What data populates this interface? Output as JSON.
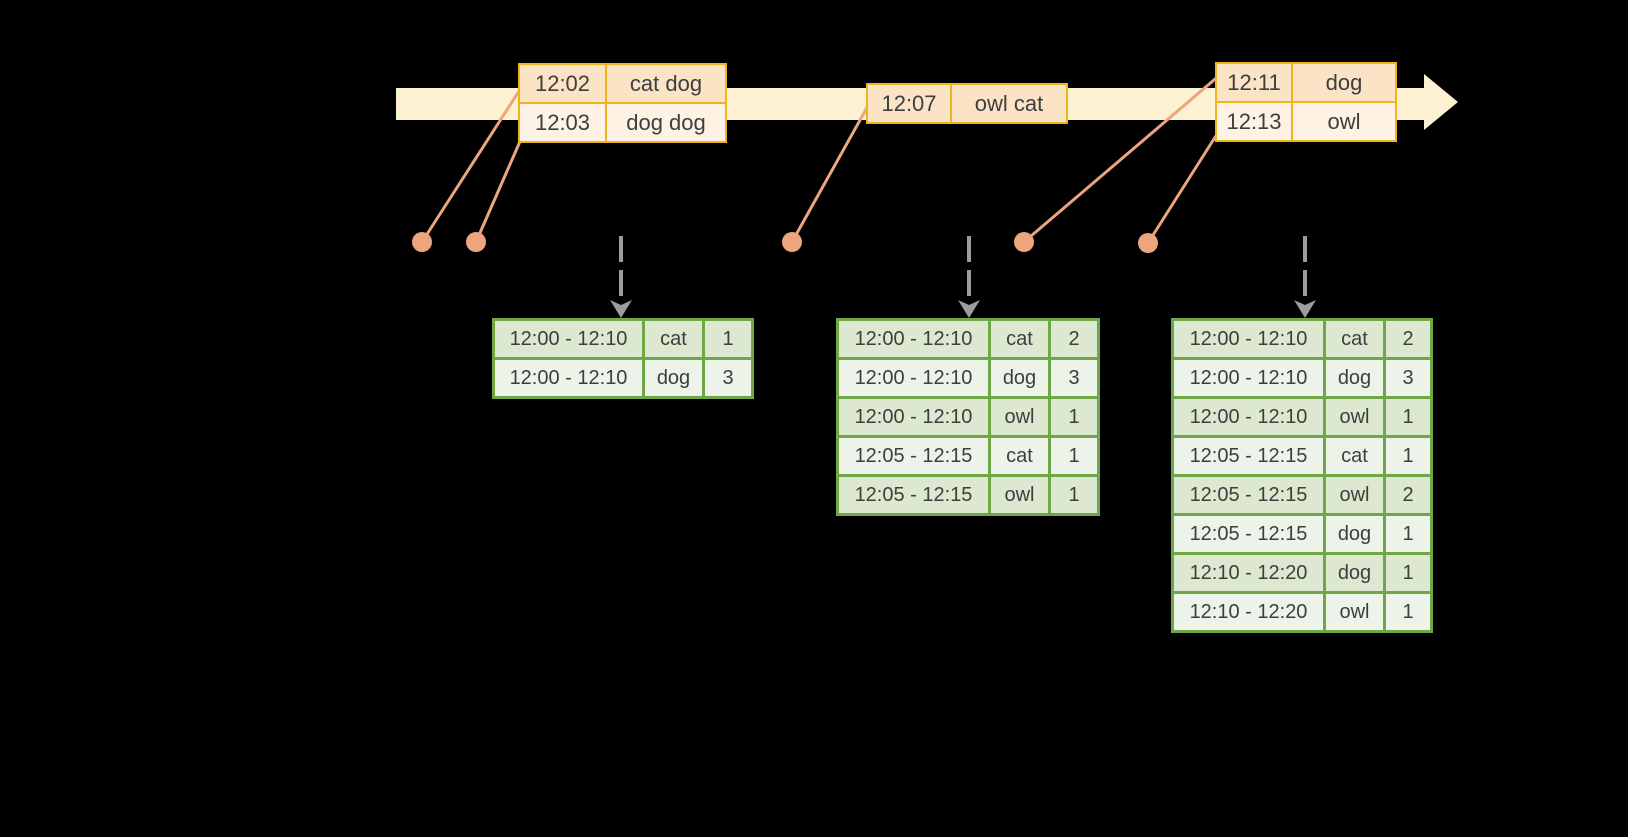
{
  "diagram_kind": "windowed-streaming-aggregation",
  "colors": {
    "background": "#000000",
    "timeline_band": "#fcf2d1",
    "event_table_border": "#f0b41e",
    "event_row_dark": "#fbe3c6",
    "event_row_light": "#fdf2e3",
    "marker": "#eda57e",
    "flow_arrow_gray": "#9c9c9c",
    "result_table_border": "#6fa746",
    "result_row_dark": "#dce8d0",
    "result_row_light": "#eef3e9",
    "text": "#3e3e3e"
  },
  "timeline": {
    "event_tables": [
      {
        "rows": [
          {
            "time": "12:02",
            "words": "cat dog"
          },
          {
            "time": "12:03",
            "words": "dog dog"
          }
        ]
      },
      {
        "rows": [
          {
            "time": "12:07",
            "words": "owl cat"
          }
        ]
      },
      {
        "rows": [
          {
            "time": "12:11",
            "words": "dog"
          },
          {
            "time": "12:13",
            "words": "owl"
          }
        ]
      }
    ],
    "marker_count": 5
  },
  "results": {
    "tables": [
      {
        "rows": [
          {
            "window": "12:00 - 12:10",
            "word": "cat",
            "count": "1"
          },
          {
            "window": "12:00 - 12:10",
            "word": "dog",
            "count": "3"
          }
        ]
      },
      {
        "rows": [
          {
            "window": "12:00 - 12:10",
            "word": "cat",
            "count": "2"
          },
          {
            "window": "12:00 - 12:10",
            "word": "dog",
            "count": "3"
          },
          {
            "window": "12:00 - 12:10",
            "word": "owl",
            "count": "1"
          },
          {
            "window": "12:05 - 12:15",
            "word": "cat",
            "count": "1"
          },
          {
            "window": "12:05 - 12:15",
            "word": "owl",
            "count": "1"
          }
        ]
      },
      {
        "rows": [
          {
            "window": "12:00 - 12:10",
            "word": "cat",
            "count": "2"
          },
          {
            "window": "12:00 - 12:10",
            "word": "dog",
            "count": "3"
          },
          {
            "window": "12:00 - 12:10",
            "word": "owl",
            "count": "1"
          },
          {
            "window": "12:05 - 12:15",
            "word": "cat",
            "count": "1"
          },
          {
            "window": "12:05 - 12:15",
            "word": "owl",
            "count": "2"
          },
          {
            "window": "12:05 - 12:15",
            "word": "dog",
            "count": "1"
          },
          {
            "window": "12:10 - 12:20",
            "word": "dog",
            "count": "1"
          },
          {
            "window": "12:10 - 12:20",
            "word": "owl",
            "count": "1"
          }
        ]
      }
    ]
  }
}
